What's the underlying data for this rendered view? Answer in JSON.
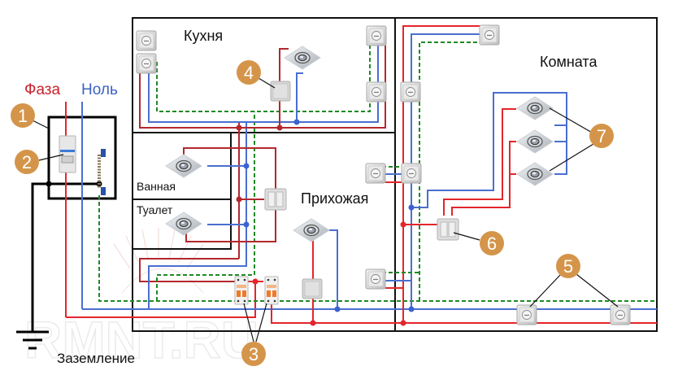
{
  "title": "Схема электропроводки в квартире",
  "labels": {
    "phase": "Фаза",
    "neutral": "Ноль",
    "ground": "Заземление",
    "watermark": "RMNT.RU"
  },
  "rooms": {
    "kitchen": "Кухня",
    "room": "Комната",
    "hallway": "Прихожая",
    "bathroom": "Ванная",
    "toilet": "Туалет"
  },
  "callouts": [
    {
      "id": 1,
      "text": "1",
      "refers_to": "distribution-box"
    },
    {
      "id": 2,
      "text": "2",
      "refers_to": "main-breaker-rcd"
    },
    {
      "id": 3,
      "text": "3",
      "refers_to": "circuit-breakers"
    },
    {
      "id": 4,
      "text": "4",
      "refers_to": "kitchen-switch"
    },
    {
      "id": 5,
      "text": "5",
      "refers_to": "room-sockets"
    },
    {
      "id": 6,
      "text": "6",
      "refers_to": "double-switch"
    },
    {
      "id": 7,
      "text": "7",
      "refers_to": "room-spotlights"
    }
  ],
  "colors": {
    "phase": "#b3282d",
    "phase_bright": "#e3262b",
    "neutral": "#4a6fd0",
    "ground": "#1f8a24",
    "callout": "#d4954a",
    "phase_label": "#c8202a",
    "neutral_label": "#3b62c4"
  },
  "legend": {
    "phase_wire": "red-solid",
    "neutral_wire": "blue-solid",
    "ground_wire": "green-dashed"
  }
}
